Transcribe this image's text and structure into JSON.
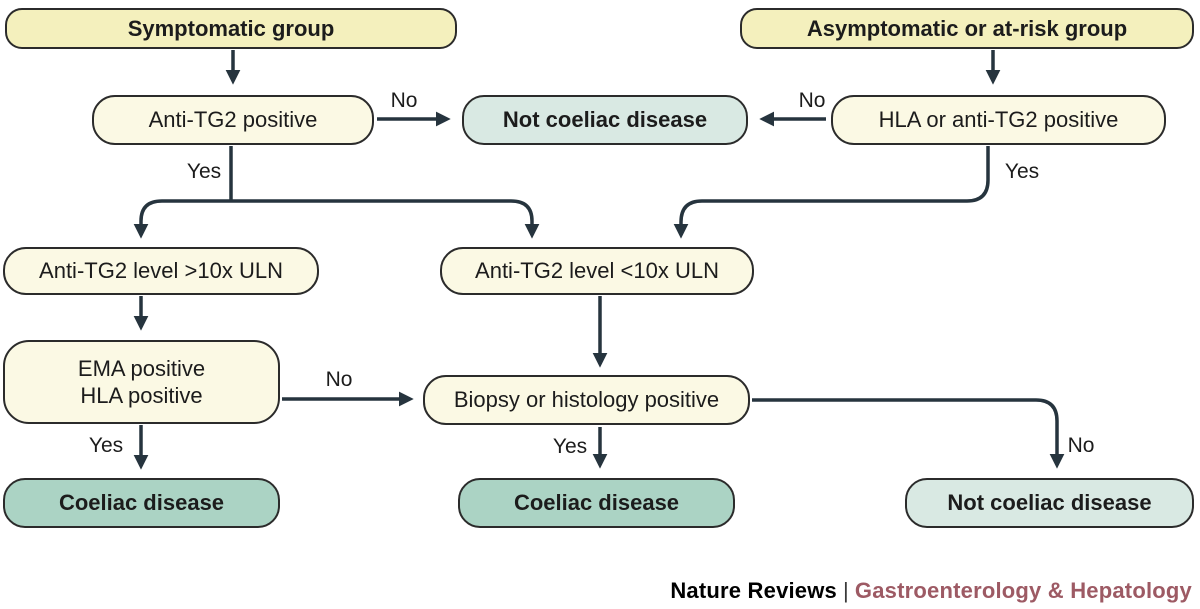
{
  "colors": {
    "arrow": "#26343e",
    "border": "#2b2b2b",
    "yellow": "#f4f0bd",
    "cream": "#fbf9e4",
    "teal": "#abd3c4",
    "teal_pale": "#d9e9e3",
    "text": "#1c1c1c",
    "journal": "#9d5a64"
  },
  "nodes": {
    "symptomatic_group": {
      "label": "Symptomatic group",
      "kind": "entry"
    },
    "asymptomatic_group": {
      "label": "Asymptomatic or at-risk group",
      "kind": "entry"
    },
    "anti_tg2_positive": {
      "label": "Anti-TG2 positive",
      "kind": "decision"
    },
    "not_coeliac_disease_top": {
      "label": "Not coeliac disease",
      "kind": "outcome-negative"
    },
    "hla_or_anti_tg2_positive": {
      "label": "HLA or anti-TG2 positive",
      "kind": "decision"
    },
    "anti_tg2_gt10x": {
      "label": "Anti-TG2 level >10x ULN",
      "kind": "decision"
    },
    "anti_tg2_lt10x": {
      "label": "Anti-TG2 level <10x ULN",
      "kind": "decision"
    },
    "ema_hla_positive": {
      "label": "EMA positive\nHLA positive",
      "kind": "decision"
    },
    "biopsy_positive": {
      "label": "Biopsy or histology positive",
      "kind": "decision"
    },
    "coeliac_disease_left": {
      "label": "Coeliac disease",
      "kind": "outcome-positive"
    },
    "coeliac_disease_mid": {
      "label": "Coeliac disease",
      "kind": "outcome-positive"
    },
    "not_coeliac_disease_bottom": {
      "label": "Not coeliac disease",
      "kind": "outcome-negative"
    }
  },
  "edges": [
    {
      "from": "symptomatic_group",
      "to": "anti_tg2_positive",
      "label": ""
    },
    {
      "from": "anti_tg2_positive",
      "to": "not_coeliac_disease_top",
      "label": "No"
    },
    {
      "from": "anti_tg2_positive",
      "to": "anti_tg2_gt10x",
      "label": "Yes"
    },
    {
      "from": "anti_tg2_positive",
      "to": "anti_tg2_lt10x",
      "label": ""
    },
    {
      "from": "asymptomatic_group",
      "to": "hla_or_anti_tg2_positive",
      "label": ""
    },
    {
      "from": "hla_or_anti_tg2_positive",
      "to": "not_coeliac_disease_top",
      "label": "No"
    },
    {
      "from": "hla_or_anti_tg2_positive",
      "to": "anti_tg2_lt10x",
      "label": "Yes"
    },
    {
      "from": "anti_tg2_gt10x",
      "to": "ema_hla_positive",
      "label": ""
    },
    {
      "from": "anti_tg2_lt10x",
      "to": "biopsy_positive",
      "label": ""
    },
    {
      "from": "ema_hla_positive",
      "to": "biopsy_positive",
      "label": "No"
    },
    {
      "from": "ema_hla_positive",
      "to": "coeliac_disease_left",
      "label": "Yes"
    },
    {
      "from": "biopsy_positive",
      "to": "coeliac_disease_mid",
      "label": "Yes"
    },
    {
      "from": "biopsy_positive",
      "to": "not_coeliac_disease_bottom",
      "label": "No"
    }
  ],
  "footer": {
    "brand": "Nature Reviews",
    "divider": "|",
    "journal": "Gastroenterology & Hepatology"
  }
}
